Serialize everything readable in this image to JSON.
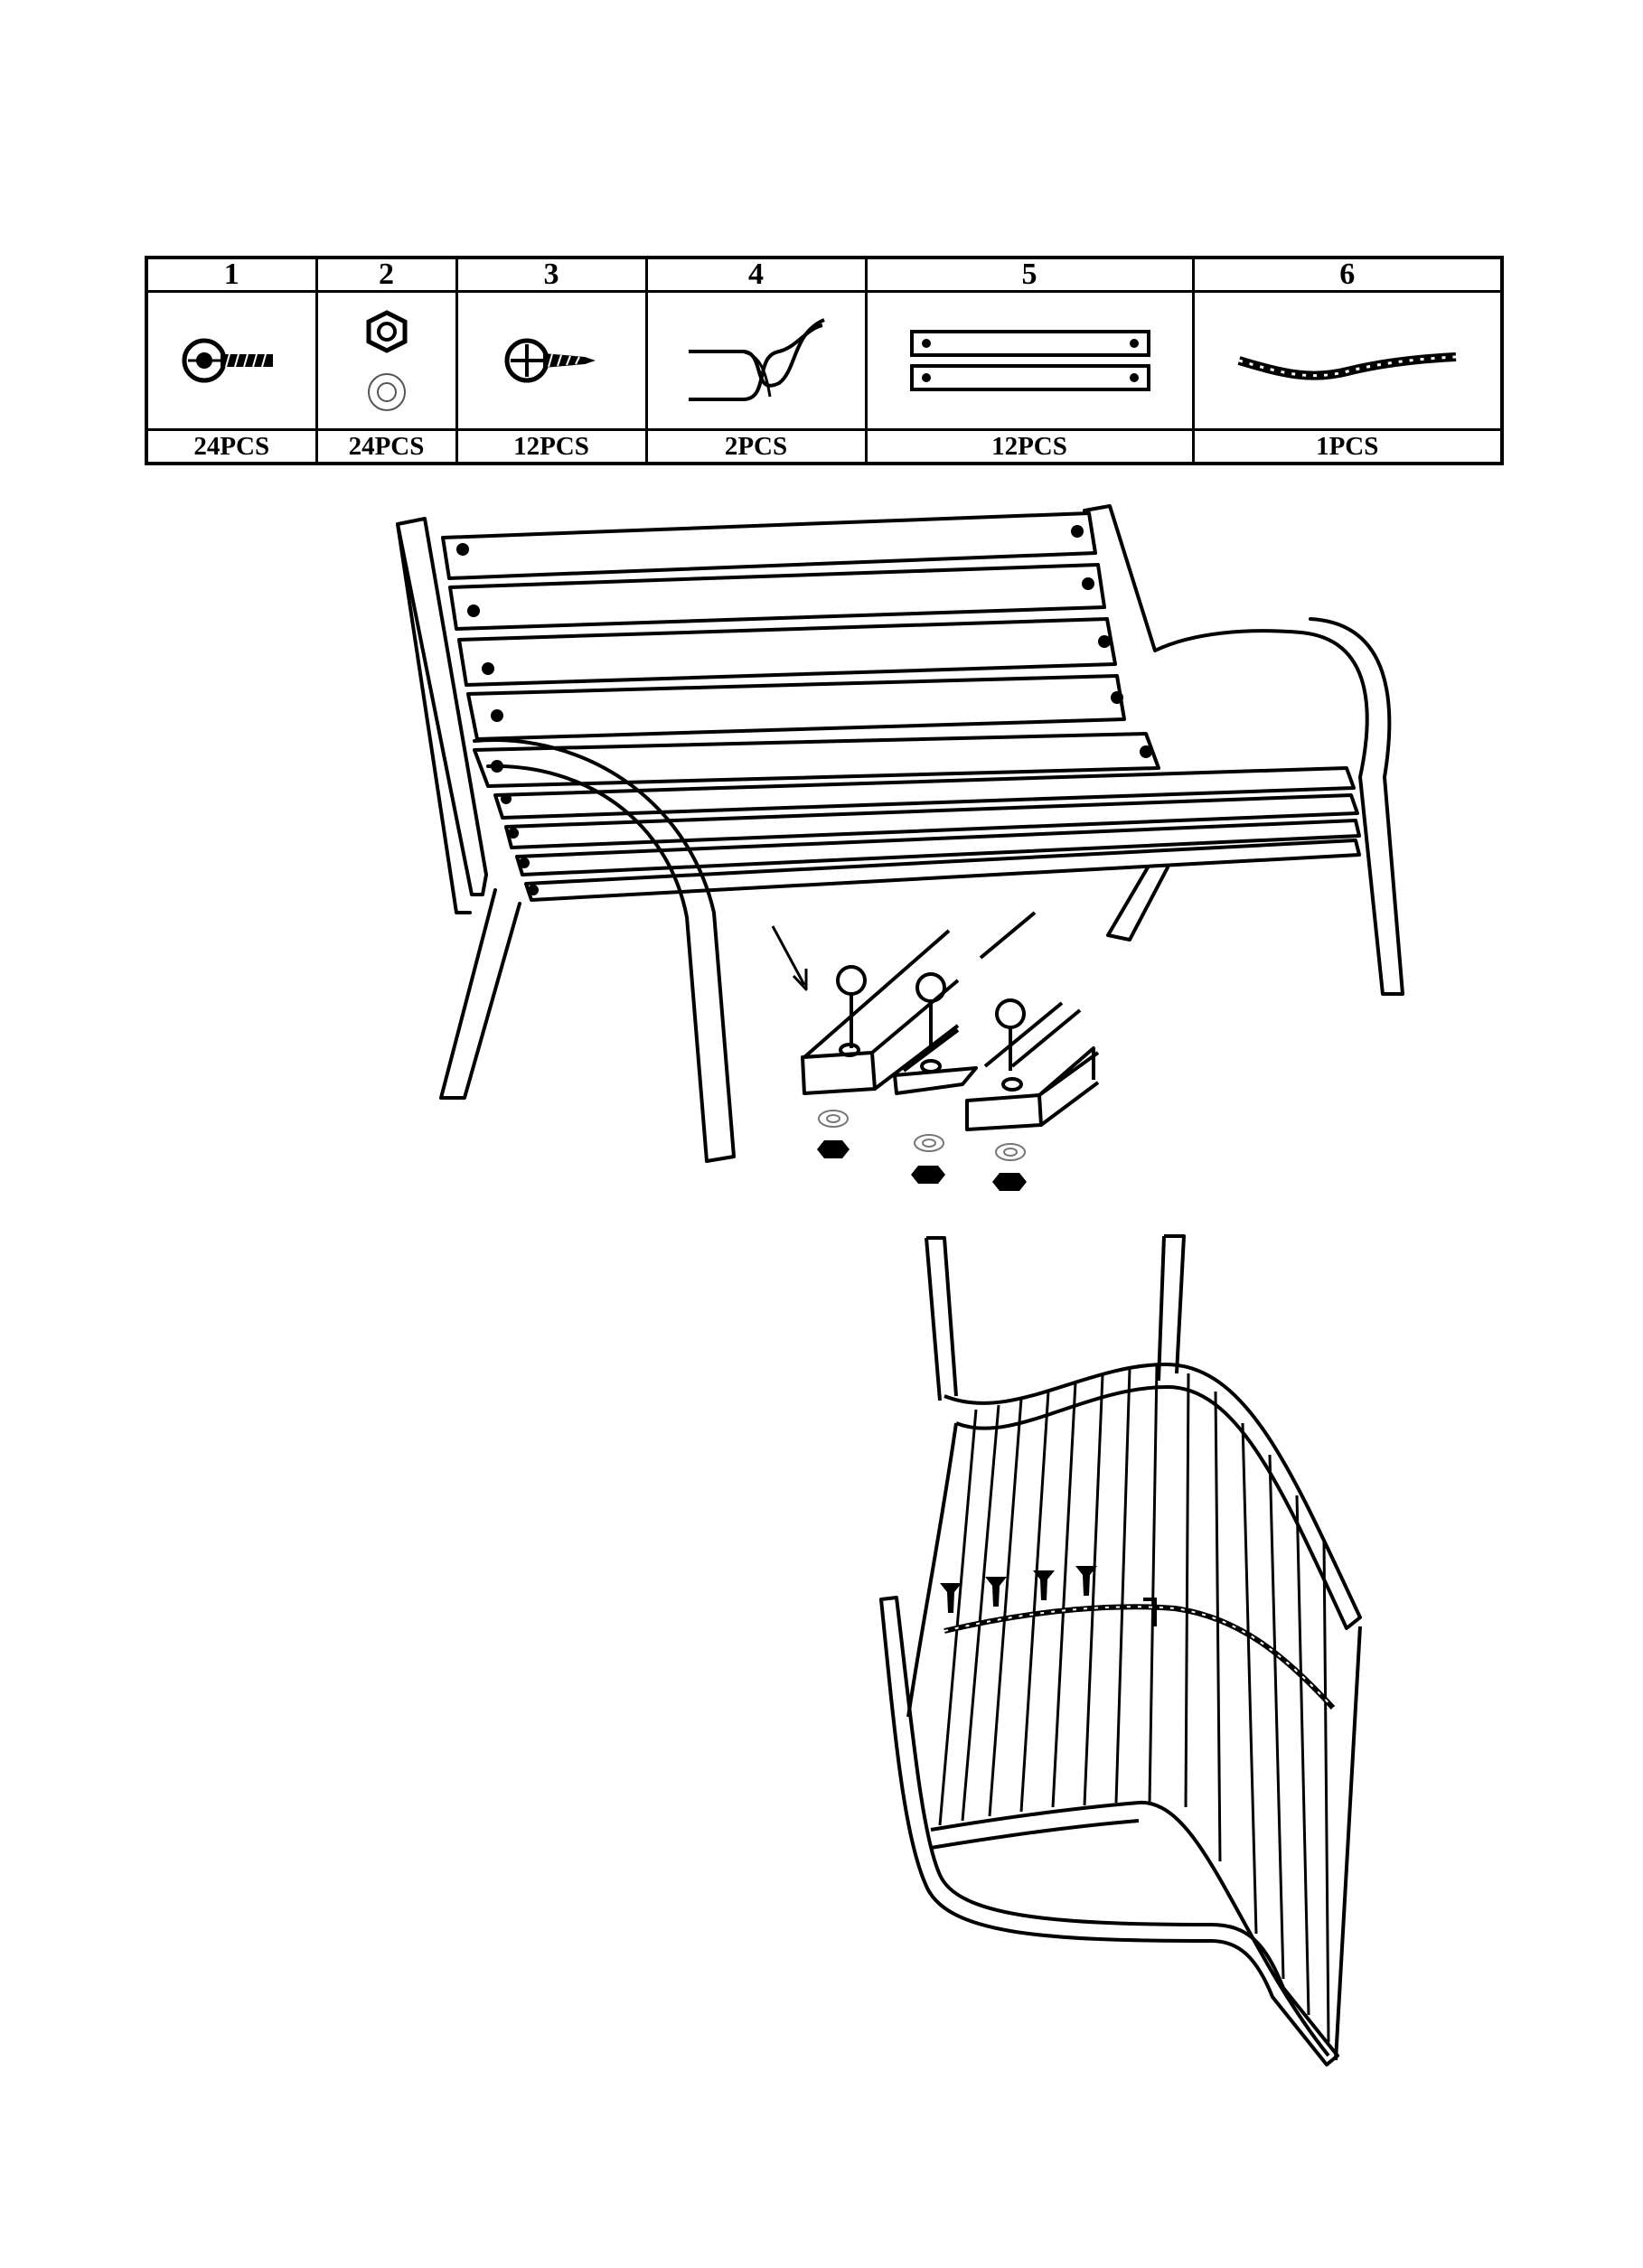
{
  "parts": [
    {
      "number": "1",
      "quantity": "24PCS",
      "icon": "carriage-bolt-icon"
    },
    {
      "number": "2",
      "quantity": "24PCS",
      "icon": "nut-and-washer-icon"
    },
    {
      "number": "3",
      "quantity": "12PCS",
      "icon": "wood-screw-icon"
    },
    {
      "number": "4",
      "quantity": "2PCS",
      "icon": "side-frame-icon"
    },
    {
      "number": "5",
      "quantity": "12PCS",
      "icon": "wooden-slat-icon"
    },
    {
      "number": "6",
      "quantity": "1PCS",
      "icon": "support-bar-icon"
    }
  ],
  "illustrations": [
    {
      "name": "assembled-bench-with-slat-detail"
    },
    {
      "name": "bench-underside-support-bar-detail"
    }
  ]
}
